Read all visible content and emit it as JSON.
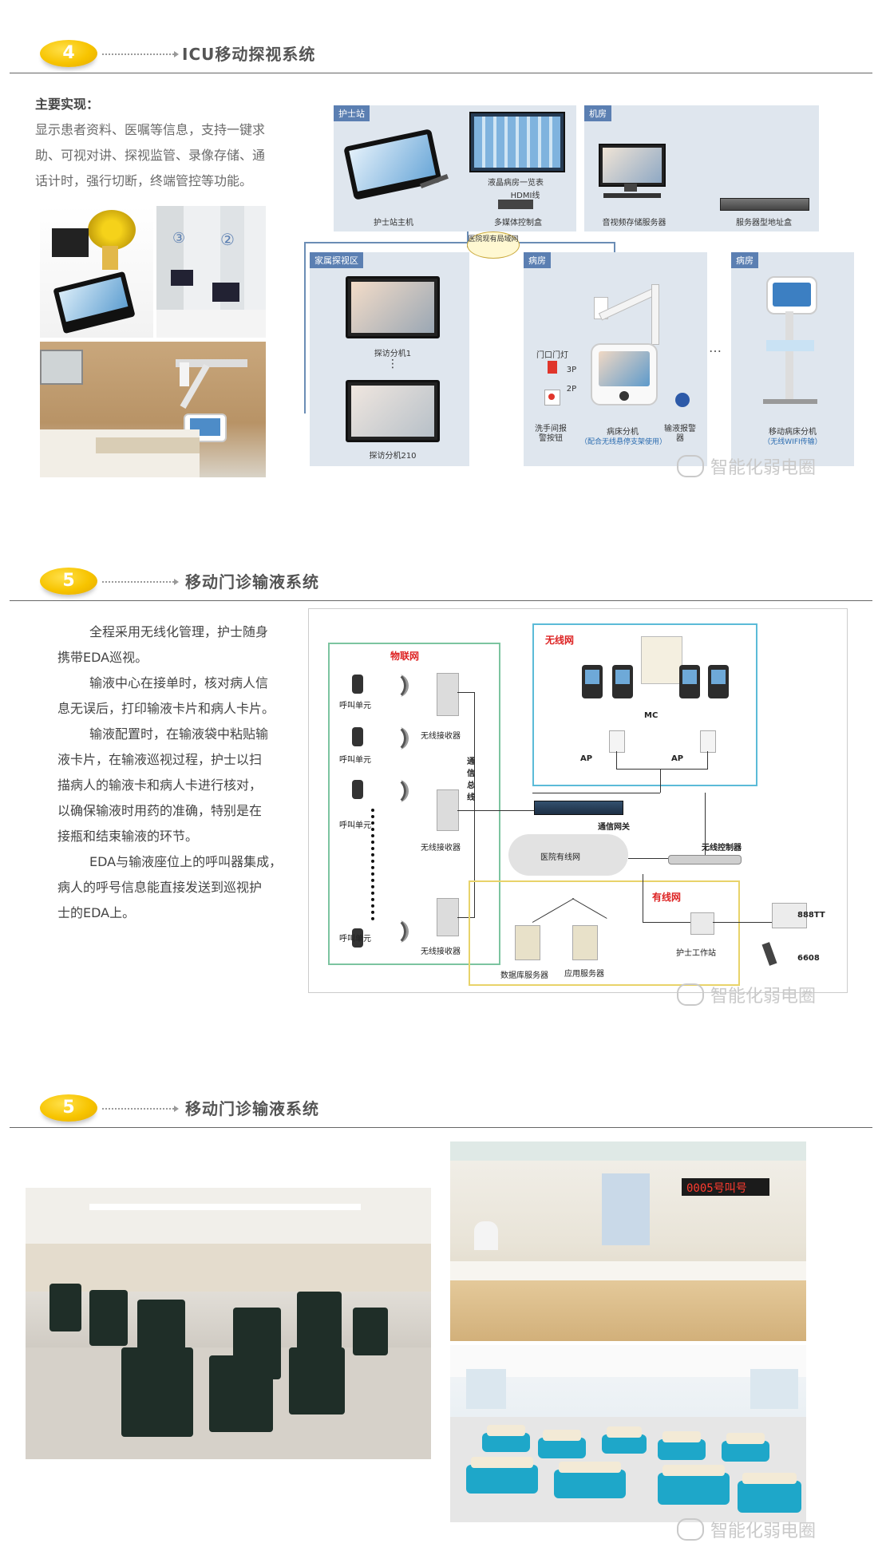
{
  "section4": {
    "number": "4",
    "title": "ICU移动探视系统",
    "heading": "主要实现：",
    "desc_lines": [
      "显示患者资料、医嘱等信息，支持一键求",
      "助、可视对讲、探视监管、录像存储、通",
      "话计时，强行切断，终端管控等功能。"
    ],
    "photo_numbers": [
      "③",
      "②"
    ],
    "diagram": {
      "nurse_station_tag": "护士站",
      "machine_room_tag": "机房",
      "family_tag": "家属探视区",
      "ward_tag1": "病房",
      "ward_tag2": "病房",
      "nurse_host": "护士站主机",
      "lcd_list": "液晶病房一览表",
      "hdmi": "HDMI线",
      "media_box": "多媒体控制盒",
      "av_server": "音视频存储服务器",
      "addr_box": "服务器型地址盒",
      "lan": "医院现有局域网",
      "visit1": "探访分机1",
      "visit_dots": "⋮",
      "visit210": "探访分机210",
      "door_light": "门口门灯",
      "p3": "3P",
      "p2": "2P",
      "wash_btn": "洗手间报警按钮",
      "bed_ext": "病床分机",
      "bed_ext_note": "（配合无线悬停支架使用）",
      "infusion_alarm": "输液报警器",
      "ellipsis": "…",
      "mobile_bed": "移动病床分机",
      "mobile_bed_note": "（无线WIFI传输）"
    },
    "watermark": "智能化弱电圈"
  },
  "section5a": {
    "number": "5",
    "title": "移动门诊输液系统",
    "paragraphs": [
      [
        "全程采用无线化管理，护士随身",
        "携带EDA巡视。"
      ],
      [
        "输液中心在接单时，核对病人信",
        "息无误后，打印输液卡片和病人卡片。"
      ],
      [
        "输液配置时，在输液袋中粘贴输",
        "液卡片，在输液巡视过程，护士以扫",
        "描病人的输液卡和病人卡进行核对，",
        "以确保输液时用药的准确，特别是在",
        "接瓶和结束输液的环节。"
      ],
      [
        "EDA与输液座位上的呼叫器集成，",
        "病人的呼号信息能直接发送到巡视护",
        "士的EDA上。"
      ]
    ],
    "diagram": {
      "iot_title": "物联网",
      "wireless_title": "无线网",
      "wired_title": "有线网",
      "call_unit": "呼叫单元",
      "receiver": "无线接收器",
      "bus": "通信总线",
      "mc": "MC",
      "ap": "AP",
      "gateway": "通信网关",
      "wireless_ctrl": "无线控制器",
      "hospital_net": "医院有线网",
      "db_server": "数据库服务器",
      "app_server": "应用服务器",
      "nurse_ws": "护士工作站",
      "printer": "888TT",
      "scanner": "6608"
    },
    "watermark": "智能化弱电圈"
  },
  "section5b": {
    "number": "5",
    "title": "移动门诊输液系统",
    "led_text": "0005号叫号",
    "watermark": "智能化弱电圈"
  },
  "colors": {
    "badge": "#f7c400",
    "panel": "#dfe6ee",
    "panel_tag": "#5b7fb2",
    "iot_border": "#7cc4a0",
    "wireless_border": "#5bbbd8",
    "wired_border": "#e8d36a",
    "title_red": "#d22222"
  }
}
